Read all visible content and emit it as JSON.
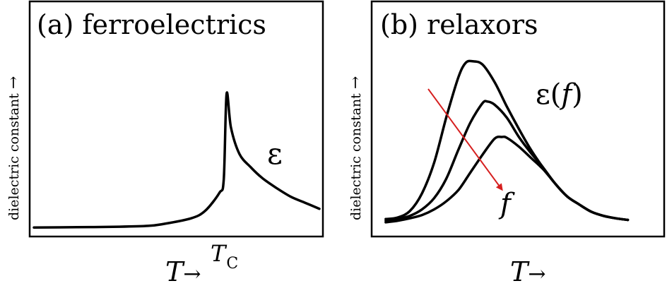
{
  "chart_data": [
    {
      "type": "line",
      "title": "(a) ferroelectrics",
      "ylabel": "dielectric constant",
      "ylabel_arrow": "→",
      "xlabel": "T",
      "xlabel_arrow": "→",
      "x_tick_label": "T",
      "x_tick_subscript": "C",
      "series": [
        {
          "name": "ε",
          "x": [
            0,
            15,
            30,
            40,
            45,
            55,
            60,
            65,
            66.5,
            67.5,
            69,
            72,
            76,
            80,
            85,
            90,
            95,
            100
          ],
          "y": [
            0,
            0.2,
            0.6,
            1.2,
            2.5,
            6.8,
            12.5,
            26,
            36,
            100,
            75,
            55,
            45,
            37,
            29.5,
            23,
            18.5,
            14
          ]
        }
      ],
      "annotations": [
        {
          "text": "ε"
        }
      ],
      "xlim": [
        0,
        100
      ],
      "ylim": [
        -2,
        110
      ],
      "grid": false,
      "ticks": false
    },
    {
      "type": "line",
      "title": "(b) relaxors",
      "ylabel": "dielectric constant",
      "ylabel_arrow": "→",
      "xlabel": "T",
      "xlabel_arrow": "→",
      "series": [
        {
          "x": [
            0,
            5,
            10,
            15,
            20,
            25,
            30,
            33,
            36,
            40,
            45,
            50,
            55,
            60,
            65,
            70,
            75,
            80,
            85,
            90,
            95,
            100
          ],
          "y": [
            2,
            3,
            7,
            18,
            37,
            65,
            90,
            99,
            100,
            98,
            87,
            72,
            58,
            45,
            34,
            24,
            16,
            11,
            6.5,
            4,
            2.5,
            1.5
          ]
        },
        {
          "x": [
            0,
            5,
            10,
            15,
            20,
            25,
            30,
            35,
            40,
            42,
            45,
            50,
            55,
            60,
            65,
            70,
            75,
            80,
            85,
            90,
            95,
            100
          ],
          "y": [
            1,
            2,
            4,
            8,
            15,
            27,
            45,
            62,
            74,
            75,
            73,
            65,
            53,
            43,
            34,
            24,
            16,
            11,
            6.5,
            4,
            2.5,
            1.5
          ]
        },
        {
          "x": [
            0,
            5,
            10,
            15,
            20,
            25,
            30,
            35,
            40,
            45,
            48,
            50,
            55,
            60,
            65,
            70,
            75,
            80,
            85,
            90,
            95,
            100
          ],
          "y": [
            0,
            1,
            2.5,
            4.5,
            8,
            13,
            20,
            31,
            42,
            52,
            53,
            52.5,
            47,
            40,
            33,
            24,
            16,
            11,
            6.5,
            4,
            2.5,
            1.5
          ]
        }
      ],
      "annotations": [
        {
          "text": "ε(f)",
          "prefix": "ε(",
          "italic": "f",
          "suffix": ")"
        },
        {
          "text": "f",
          "arrow_color": "#d61f1f"
        }
      ],
      "xlim": [
        -2,
        108
      ],
      "ylim": [
        -4,
        110
      ],
      "grid": false,
      "ticks": false
    }
  ]
}
